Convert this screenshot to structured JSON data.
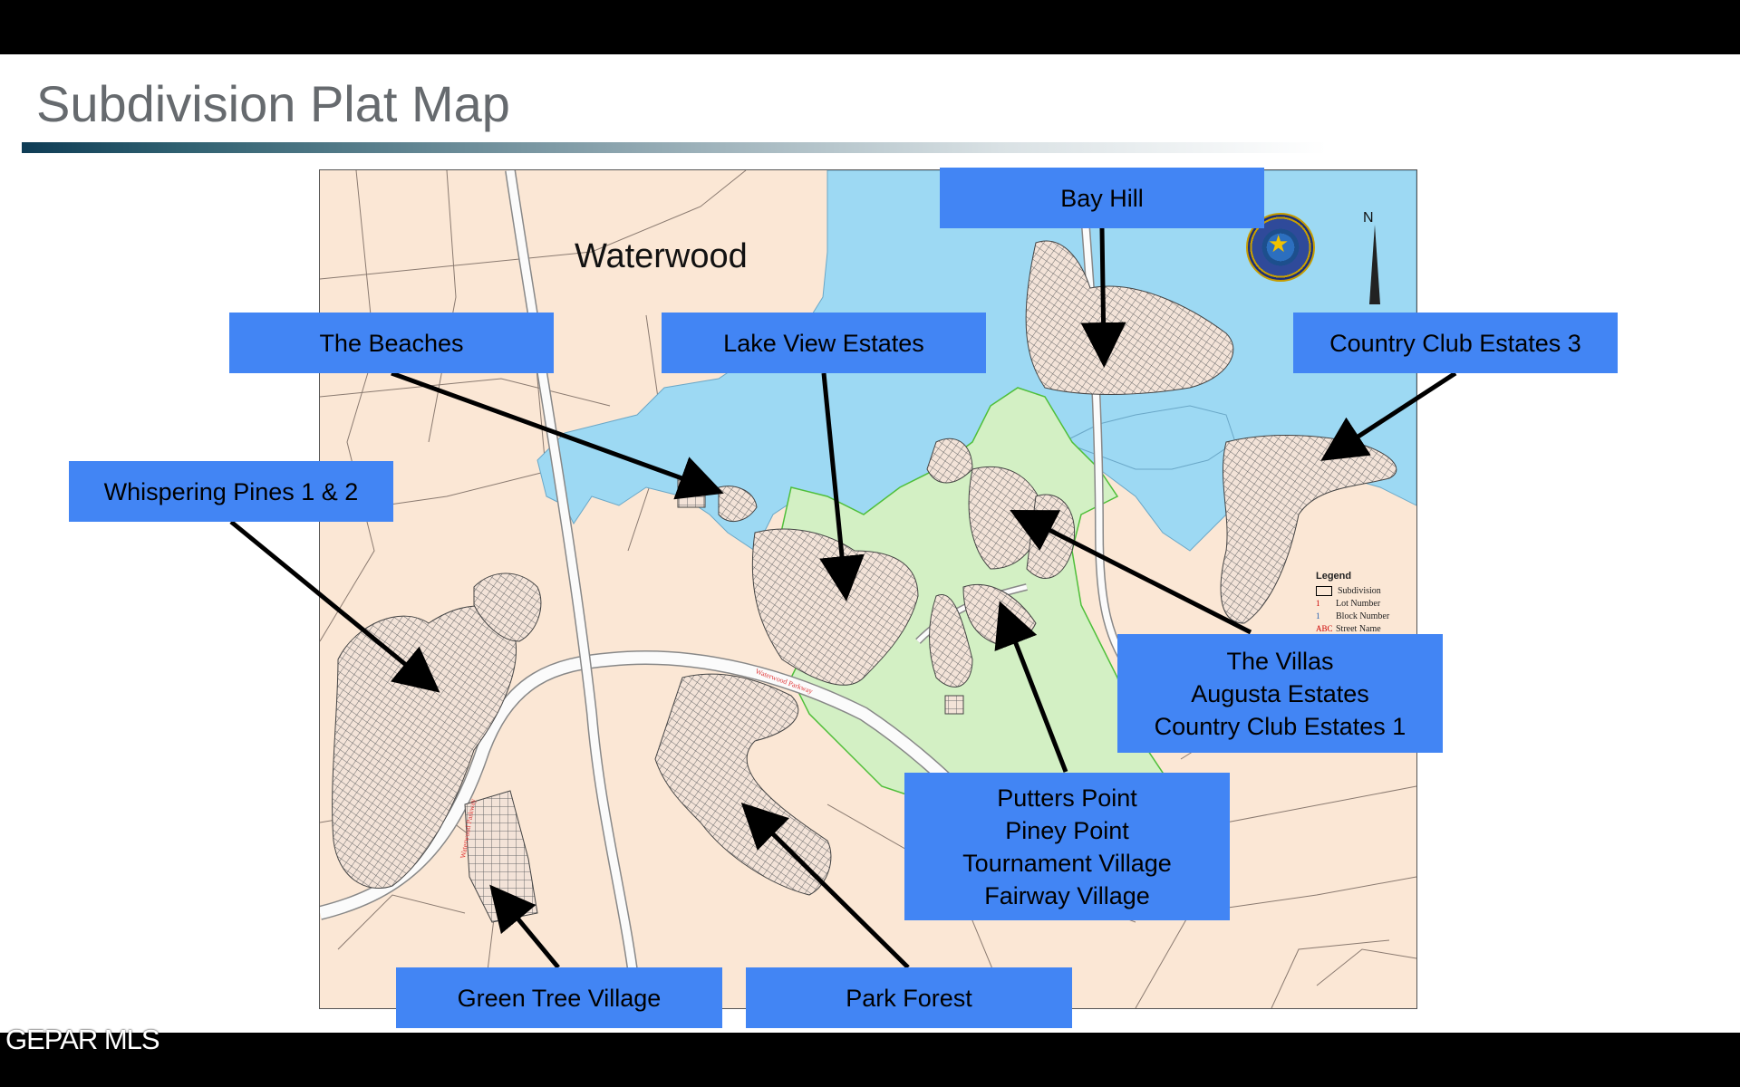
{
  "slide": {
    "title": "Subdivision Plat Map",
    "watermark": "GEPAR MLS"
  },
  "map": {
    "name": "Waterwood",
    "north_label": "N",
    "legend": {
      "title": "Legend",
      "items": [
        {
          "symbol": "",
          "label": "Subdivision"
        },
        {
          "symbol": "1",
          "label": "Lot Number"
        },
        {
          "symbol": "1",
          "label": "Block Number"
        },
        {
          "symbol": "ABC",
          "label": "Street Name"
        }
      ]
    },
    "colors": {
      "land": "#fbe7d5",
      "water": "#9dd9f3",
      "golf": "#d3f0c4",
      "label_bg": "#4285f4",
      "street_label": "#e03a3a"
    }
  },
  "labels": {
    "bay_hill": "Bay Hill",
    "the_beaches": "The Beaches",
    "lake_view_estates": "Lake View Estates",
    "country_club_estates_3": "Country Club Estates 3",
    "whispering_pines": "Whispering Pines 1 & 2",
    "villas_group": [
      "The Villas",
      "Augusta Estates",
      "Country Club Estates 1"
    ],
    "putters_group": [
      "Putters Point",
      "Piney Point",
      "Tournament Village",
      "Fairway Village"
    ],
    "green_tree_village": "Green Tree Village",
    "park_forest": "Park Forest"
  }
}
